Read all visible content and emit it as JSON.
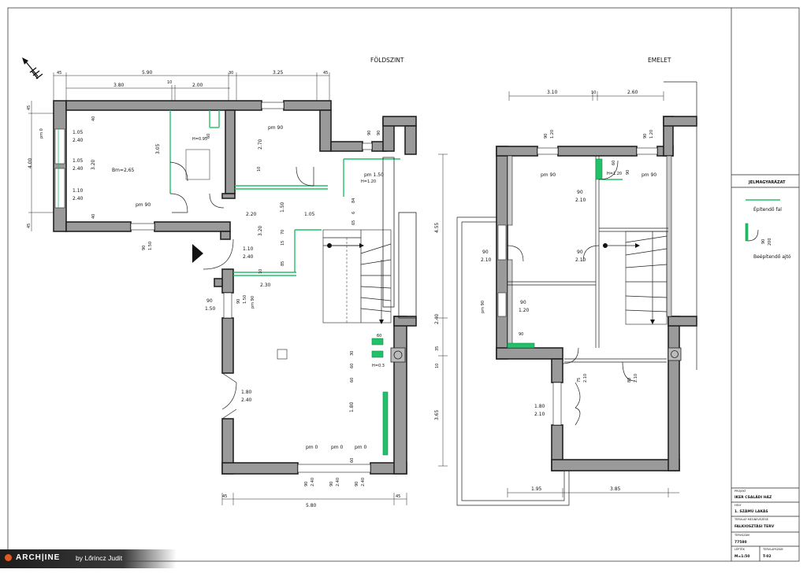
{
  "titles": {
    "ground": "FÖLDSZINT",
    "upper": "EMELET"
  },
  "branding": {
    "logo": "ARCH|INE",
    "credit": "by Lőrincz Judit"
  },
  "legend": {
    "title": "JELMAGYARÁZAT",
    "wall_label": "Építendő fal",
    "door_label": "Beépítendő ajtó",
    "door_w": "90",
    "door_h": "200"
  },
  "title_block": {
    "project_lbl": "PROJEKT",
    "project": "IKER CSALÁDI HÁZ",
    "place_lbl": "HELY",
    "place": "1. SZÁMÚ LAKÁS",
    "content_lbl": "TERVLAP MEGNEVEZÉSE",
    "content": "FALKIOSZTÁSI TERV",
    "number_lbl": "TERVSZÁM",
    "number": "77580",
    "scale_lbl": "LÉPTÉK",
    "scale": "M=1:50",
    "sheet_lbl": "TERVLAPSZÁM",
    "sheet": "T-02"
  },
  "ground_dims_top": {
    "d45a": "45",
    "d590": "5.90",
    "d30": "30",
    "d325": "3.25",
    "d45b": "45",
    "d380": "3.80",
    "d10": "10",
    "d200": "2.00"
  },
  "ground_dims_left": {
    "d45a": "45",
    "d400": "4.00",
    "d45b": "45"
  },
  "ground_dims_bottom": {
    "d45a": "45",
    "d580": "5.80",
    "d45b": "45"
  },
  "ground_labels": {
    "pm0": "pm 0",
    "w1": "1.05",
    "w1h": "2.40",
    "w2": "1.05",
    "w2h": "2.40",
    "w3": "1.10",
    "w3h": "2.40",
    "d40a": "40",
    "d40b": "40",
    "d320": "3.20",
    "bm": "Bm=2,65",
    "pm90a": "pm 90",
    "d90a": "90",
    "d150a": "1.50",
    "pm90b": "pm 90",
    "d305": "3.05",
    "d60a": "60",
    "h95": "H=0.95",
    "d270": "2.70",
    "d10a": "10",
    "d90b": "90",
    "d90c": "90",
    "pm150": "pm 1.50",
    "h120": "H=1.20",
    "d84": "84",
    "d6": "6",
    "d65": "65",
    "d220": "2.20",
    "d150b": "1.50",
    "d105": "1.05",
    "d320b": "3.20",
    "d70": "70",
    "d15": "15",
    "d85": "85",
    "door110": "1.10",
    "door110h": "2.40",
    "d10b": "10",
    "d230": "2.30",
    "d90d": "90",
    "d150c": "1.50",
    "pm90c": "pm 90",
    "d90e": "90",
    "d150d": "1.50",
    "d60b": "60",
    "h03": "H=0.3",
    "d30a": "30",
    "d60c": "60",
    "d60d": "60",
    "d180a": "1.80",
    "door180": "1.80",
    "door180h": "2.40",
    "pm0b": "pm 0",
    "pm0c": "pm 0",
    "pm0d": "pm 0",
    "d90f": "90",
    "d240a": "2.40",
    "d60e": "60",
    "d90g": "90",
    "d240b": "2.40",
    "d90h": "90",
    "d240c": "2.40",
    "d455": "4.55",
    "d240v": "2.40",
    "d35": "35",
    "d10c": "10",
    "d365": "3.65"
  },
  "upper_labels": {
    "d310": "3.10",
    "d10": "10",
    "d260": "2.60",
    "d90a": "90",
    "d120a": "1.20",
    "d90b": "90",
    "d120b": "1.20",
    "pm90a": "pm 90",
    "pm90b": "pm 90",
    "d60": "60",
    "h120": "H=1.20",
    "d90c": "90",
    "d90d": "90",
    "d210a": "2.10",
    "d90e": "90",
    "d210b": "2.10",
    "d90f": "90",
    "d210c": "2.10",
    "pm90c": "pm 90",
    "d90g": "90",
    "d120c": "1.20",
    "d90h": "90",
    "d75": "75",
    "d210d": "2.10",
    "d80": "80",
    "d210e": "2.10",
    "door180": "1.80",
    "door210": "2.10",
    "d195": "1.95",
    "d385": "3.85"
  }
}
